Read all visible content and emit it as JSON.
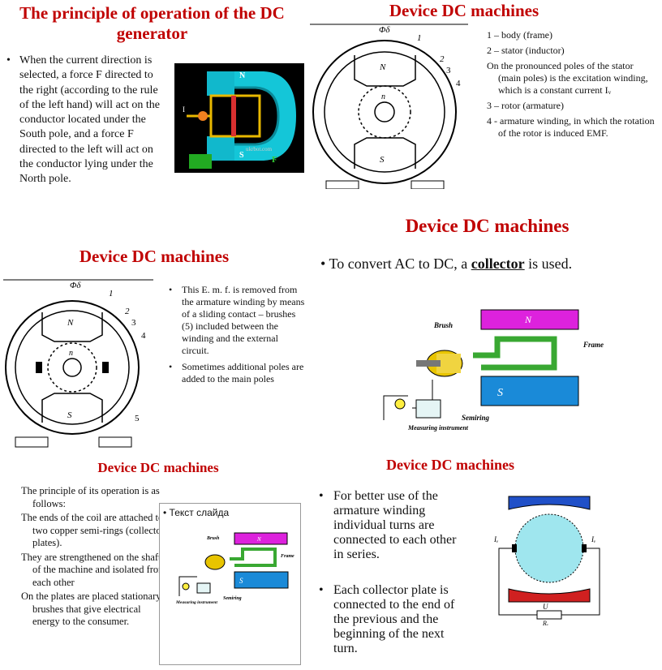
{
  "slide1": {
    "title": "The principle of operation of the DC generator",
    "bullet": "When the current direction is selected, a force F directed to the right (according to the rule of the left hand) will act on the conductor located under the South pole, and a force F directed to the left will act on the conductor lying under the North pole.",
    "figure": {
      "label_n": "N",
      "label_s": "S",
      "label_f": "F",
      "label_i": "I",
      "watermark": "ukrbot.com"
    }
  },
  "slide2": {
    "title": "Device DC machines",
    "items": [
      "1 – body (frame)",
      "2 – stator (inductor)",
      "On the pronounced poles of the stator (main poles) is the excitation winding, which is a constant current Iᵥ",
      "3 – rotor (armature)",
      "4 - armature winding, in which the rotation of the rotor is induced EMF."
    ],
    "figure": {
      "label_phi": "Φδ",
      "n1": "1",
      "n2": "2",
      "n3": "3",
      "n4": "4",
      "pole_n": "N",
      "pole_s": "S",
      "rot_n": "n"
    }
  },
  "slide3": {
    "title": "Device DC machines",
    "bullets": [
      "This E. m. f. is removed from the armature winding by means of a sliding contact – brushes (5) included between the winding and the external circuit.",
      "Sometimes additional poles are added to the main poles"
    ],
    "figure": {
      "label_phi": "Φδ",
      "n1": "1",
      "n2": "2",
      "n3": "3",
      "n4": "4",
      "n5": "5",
      "pole_n": "N",
      "pole_s": "S",
      "rot_n": "n"
    }
  },
  "slide4": {
    "title": "Device DC machines",
    "bullet_pre": "To convert AC to DC, a ",
    "bullet_key": "collector",
    "bullet_post": " is used.",
    "figure": {
      "brush": "Brush",
      "frame": "Frame",
      "semiring": "Semiring",
      "measuring": "Measuring instrument",
      "pole_n": "N",
      "pole_s": "S"
    }
  },
  "slide5": {
    "title": "Device DC machines",
    "paras": [
      "The principle of its operation is as follows:",
      "The ends of the coil are attached to two copper semi-rings (collector plates).",
      "They are strengthened on the shaft of the machine and isolated from each other",
      "On the plates are placed stationary brushes that give electrical energy to the consumer."
    ],
    "placeholder": "Текст слайда",
    "figure": {
      "brush": "Brush",
      "frame": "Frame",
      "semiring": "Semiring",
      "measuring": "Measuring instrument",
      "pole_n": "N",
      "pole_s": "S"
    }
  },
  "slide6": {
    "title": "Device DC machines",
    "bullets": [
      "For better use of the armature winding individual turns are connected to each other in series.",
      "Each collector plate is connected to the end of the previous and the beginning of the next turn."
    ],
    "figure": {
      "iv_left": "Iᵥ",
      "iv_right": "Iᵥ",
      "u": "U",
      "rv": "Rᵥ"
    }
  }
}
